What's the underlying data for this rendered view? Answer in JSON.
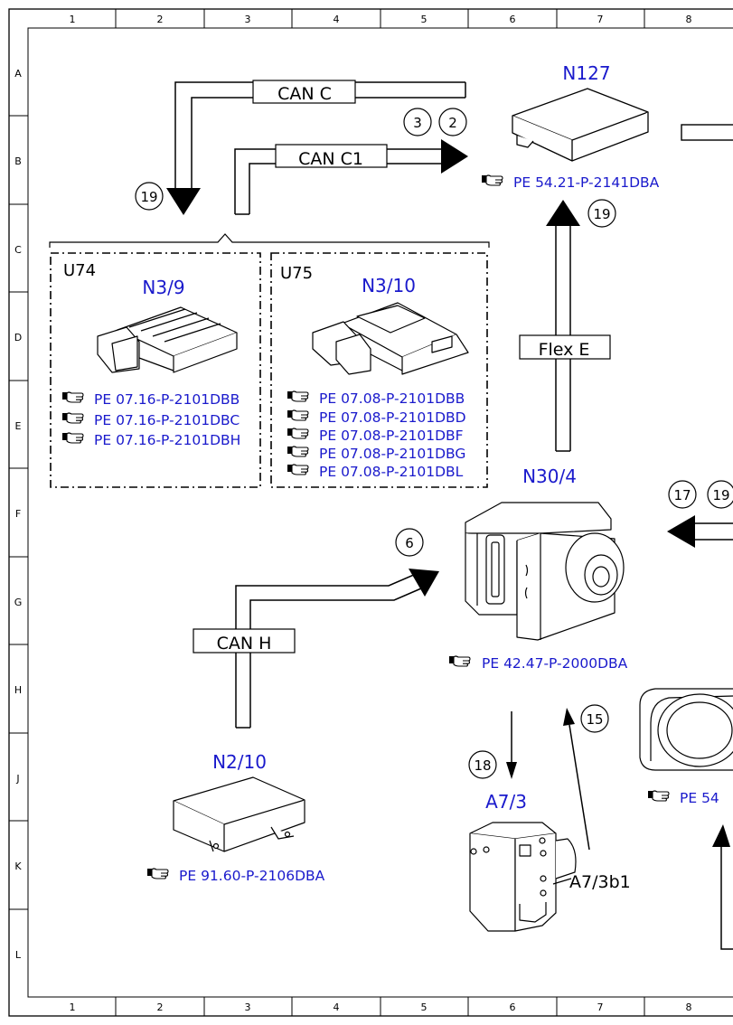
{
  "grid": {
    "columns": [
      "1",
      "2",
      "3",
      "4",
      "5",
      "6",
      "7",
      "8"
    ],
    "rows": [
      "A",
      "B",
      "C",
      "D",
      "E",
      "F",
      "G",
      "H",
      "J",
      "K",
      "L"
    ]
  },
  "buses": {
    "can_c": "CAN C",
    "can_c1": "CAN C1",
    "flex_e": "Flex E",
    "can_h": "CAN H"
  },
  "components": {
    "n127": {
      "id": "N127",
      "refs": [
        "PE 54.21-P-2141DBA"
      ]
    },
    "n3_9": {
      "group": "U74",
      "id": "N3/9",
      "refs": [
        "PE 07.16-P-2101DBB",
        "PE 07.16-P-2101DBC",
        "PE 07.16-P-2101DBH"
      ]
    },
    "n3_10": {
      "group": "U75",
      "id": "N3/10",
      "refs": [
        "PE 07.08-P-2101DBB",
        "PE 07.08-P-2101DBD",
        "PE 07.08-P-2101DBF",
        "PE 07.08-P-2101DBG",
        "PE 07.08-P-2101DBL"
      ]
    },
    "n30_4": {
      "id": "N30/4",
      "refs": [
        "PE 42.47-P-2000DBA"
      ]
    },
    "n2_10": {
      "id": "N2/10",
      "refs": [
        "PE 91.60-P-2106DBA"
      ]
    },
    "a7_3": {
      "id": "A7/3",
      "sensor": "A7/3b1"
    },
    "right_cluster": {
      "ref_partial": "PE 54"
    }
  },
  "signal_numbers": {
    "s3": "3",
    "s2": "2",
    "s19_left": "19",
    "s19_n127": "19",
    "s17": "17",
    "s19_right": "19",
    "s6": "6",
    "s18": "18",
    "s15": "15"
  },
  "colors": {
    "link": "#1a1acc",
    "line": "#000000"
  }
}
